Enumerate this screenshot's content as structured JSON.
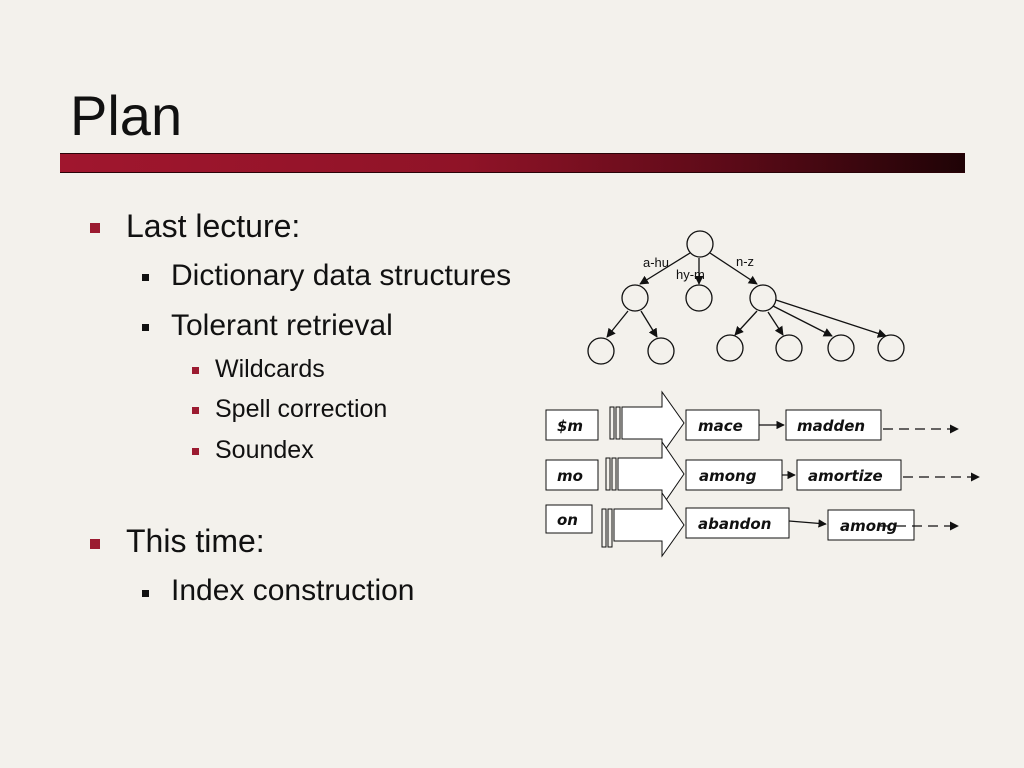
{
  "slide": {
    "title": "Plan",
    "bullets": {
      "last_lecture": "Last lecture:",
      "dict_structures": "Dictionary data structures",
      "tolerant_retrieval": "Tolerant retrieval",
      "wildcards": "Wildcards",
      "spell_correction": "Spell correction",
      "soundex": "Soundex",
      "this_time": "This time:",
      "index_construction": "Index construction"
    }
  },
  "tree": {
    "edge_labels": [
      "a-hu",
      "hy-m",
      "n-z"
    ]
  },
  "kgram_index": {
    "rows": [
      {
        "key": "$m",
        "postings": [
          "mace",
          "madden"
        ]
      },
      {
        "key": "mo",
        "postings": [
          "among",
          "amortize"
        ]
      },
      {
        "key": "on",
        "postings": [
          "abandon",
          "among"
        ]
      }
    ]
  },
  "colors": {
    "background": "#f3f1ec",
    "accent": "#9b1b30",
    "title_bar_start": "#a0162e",
    "title_bar_end": "#1f0306"
  }
}
